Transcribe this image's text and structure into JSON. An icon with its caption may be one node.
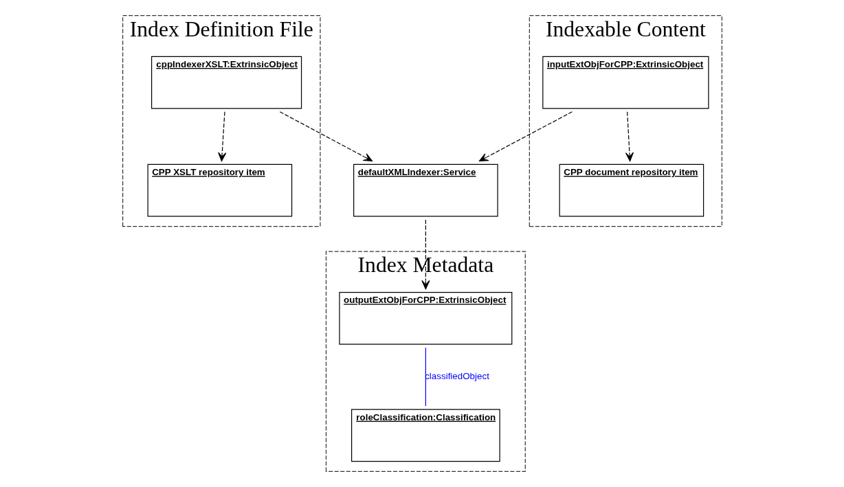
{
  "diagram": {
    "nodes": [
      {
        "text": [
          "Index Definition File"
        ]
      },
      {
        "text": [
          "cppIndexerXSLT:ExtrinsicObject"
        ],
        "in": 0
      },
      {
        "text": [
          "CPP XSLT repository item"
        ],
        "in": 0
      },
      {
        "text": [
          "Indexable Content"
        ]
      },
      {
        "text": [
          "inputExtObjForCPP:ExtrinsicObject"
        ],
        "in": 3
      },
      {
        "text": [
          "CPP document repository item"
        ],
        "in": 3
      },
      {
        "text": [
          "defaultXMLIndexer:Service"
        ]
      },
      {
        "text": [
          "Index Metadata"
        ]
      },
      {
        "text": [
          "outputExtObjForCPP:ExtrinsicObject"
        ],
        "in": 7
      },
      {
        "text": [
          "roleClassification:Classification"
        ],
        "in": 7
      }
    ],
    "edges": [
      {
        "from": 1,
        "to": 2,
        "arrow": "to",
        "style": "dashed"
      },
      {
        "from": 1,
        "to": 6,
        "arrow": "to",
        "style": "dashed"
      },
      {
        "from": 4,
        "to": 6,
        "arrow": "to",
        "style": "dashed"
      },
      {
        "from": 6,
        "to": 8,
        "arrow": "to",
        "style": "dashed"
      },
      {
        "from": 4,
        "to": 5,
        "arrow": "to",
        "style": "dashed"
      },
      {
        "from": 8,
        "to": 9,
        "arrow": "none",
        "label": "classifiedObject",
        "color": "#0000ff"
      }
    ]
  }
}
